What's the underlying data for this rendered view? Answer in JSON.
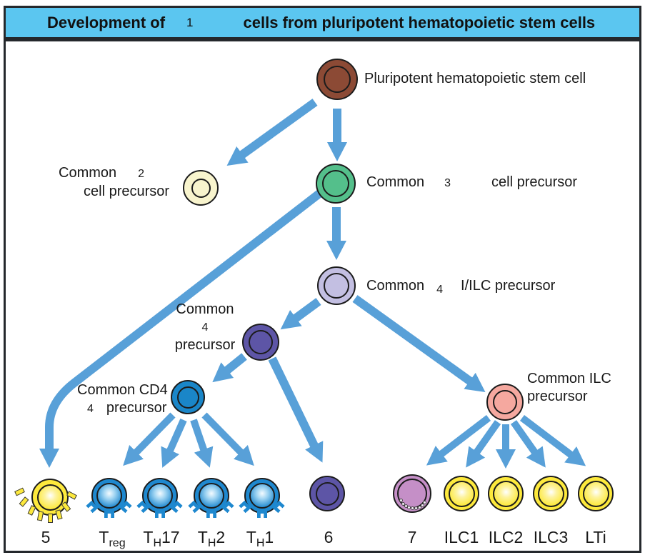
{
  "colors": {
    "titleBar": "#5bc6f0",
    "arrow": "#58a0d8",
    "stemCell": "#8c4a35",
    "paleCell": "#f8f4cd",
    "greenCell": "#54bf8b",
    "lavenderCell": "#c3bfe2",
    "indigoCell": "#5d55a6",
    "blueCell": "#1a86c8",
    "pinkCell": "#f5a89f",
    "yellowCell": "#fde93c",
    "orchidCell": "#c58fc7",
    "tCell": "#1e88cf"
  },
  "title": {
    "prefix": "Development of",
    "blank": "1",
    "suffix": "cells from pluripotent hematopoietic stem cells"
  },
  "labels": {
    "stem": "Pluripotent hematopoietic stem cell",
    "common2": {
      "word": "Common",
      "blank": "2",
      "line2": "cell precursor"
    },
    "common3": {
      "word": "Common",
      "blank": "3",
      "suffix": "cell precursor"
    },
    "common4lilc": {
      "word": "Common",
      "blank": "4",
      "suffix": "I/ILC precursor"
    },
    "common4": {
      "word": "Common",
      "blank": "4",
      "line3": "precursor"
    },
    "commonCd4": {
      "line1": "Common CD4",
      "blank": "4",
      "word": "precursor"
    },
    "commonIlc": {
      "line1": "Common ILC",
      "line2": "precursor"
    }
  },
  "bottomLabels": {
    "plasma": "5",
    "treg": {
      "pre": "T",
      "sub": "reg",
      "post": ""
    },
    "th17": {
      "pre": "T",
      "sub": "H",
      "post": "17"
    },
    "th2": {
      "pre": "T",
      "sub": "H",
      "post": "2"
    },
    "th1": {
      "pre": "T",
      "sub": "H",
      "post": "1"
    },
    "cell6": "6",
    "cell7": "7",
    "ilc1": "ILC1",
    "ilc2": "ILC2",
    "ilc3": "ILC3",
    "lti": "LTi"
  }
}
